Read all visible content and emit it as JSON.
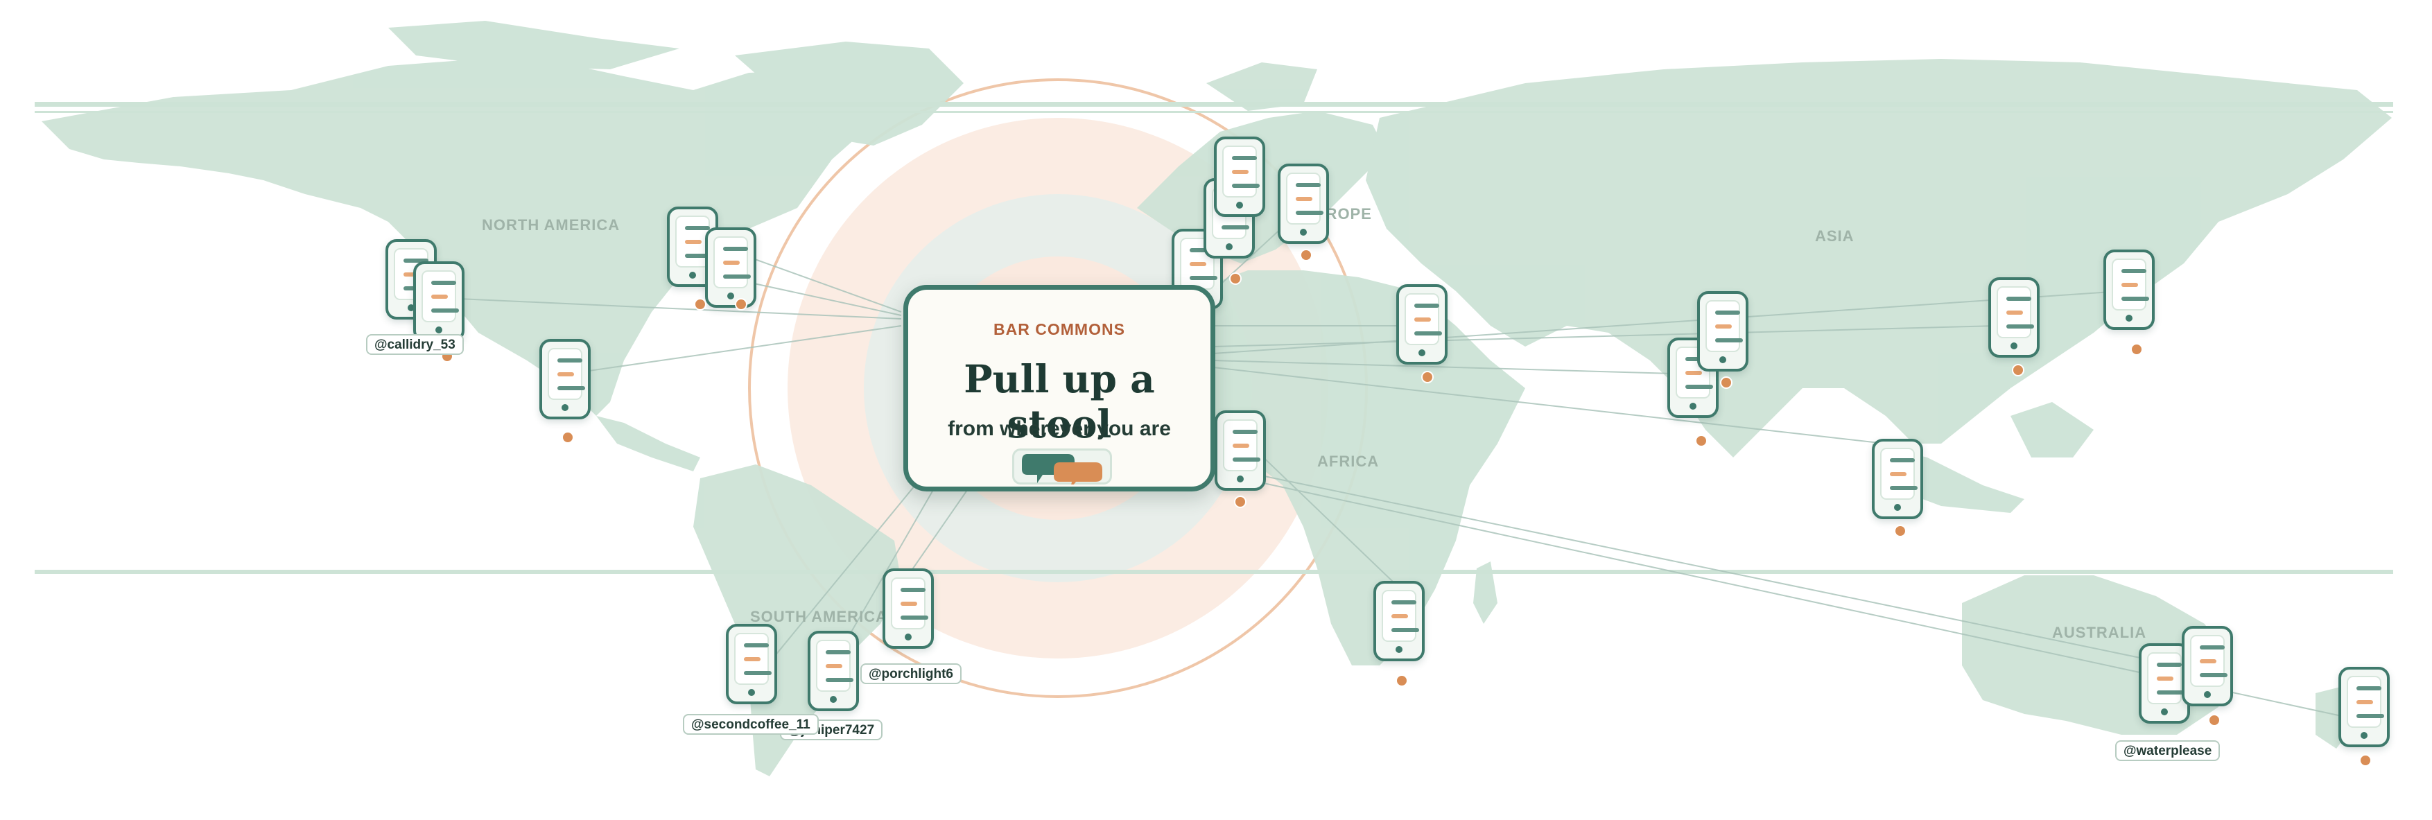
{
  "app": {
    "brand": "BAR COMMONS",
    "headline": "Pull up a stool",
    "tagline": "from wherever you are"
  },
  "map": {
    "continent_labels": [
      "NORTH AMERICA",
      "SOUTH AMERICA",
      "EUROPE",
      "AFRICA",
      "ASIA",
      "AUSTRALIA"
    ]
  },
  "handles": {
    "callidry": "@callidry_53",
    "porchlight": "@porchlight6",
    "secondcoffee": "@secondcoffee_11",
    "juniper": "@juniper7427",
    "waterplease": "@waterplease"
  },
  "icons": {
    "chat": "chat-bubbles-icon",
    "device": "phone-icon",
    "location": "location-pin-icon"
  },
  "colors": {
    "land": "#cde3d6",
    "accent": "#3f7a6c",
    "brand": "#b2603a",
    "pin": "#d98d55",
    "card_bg": "#fcfbf6"
  }
}
